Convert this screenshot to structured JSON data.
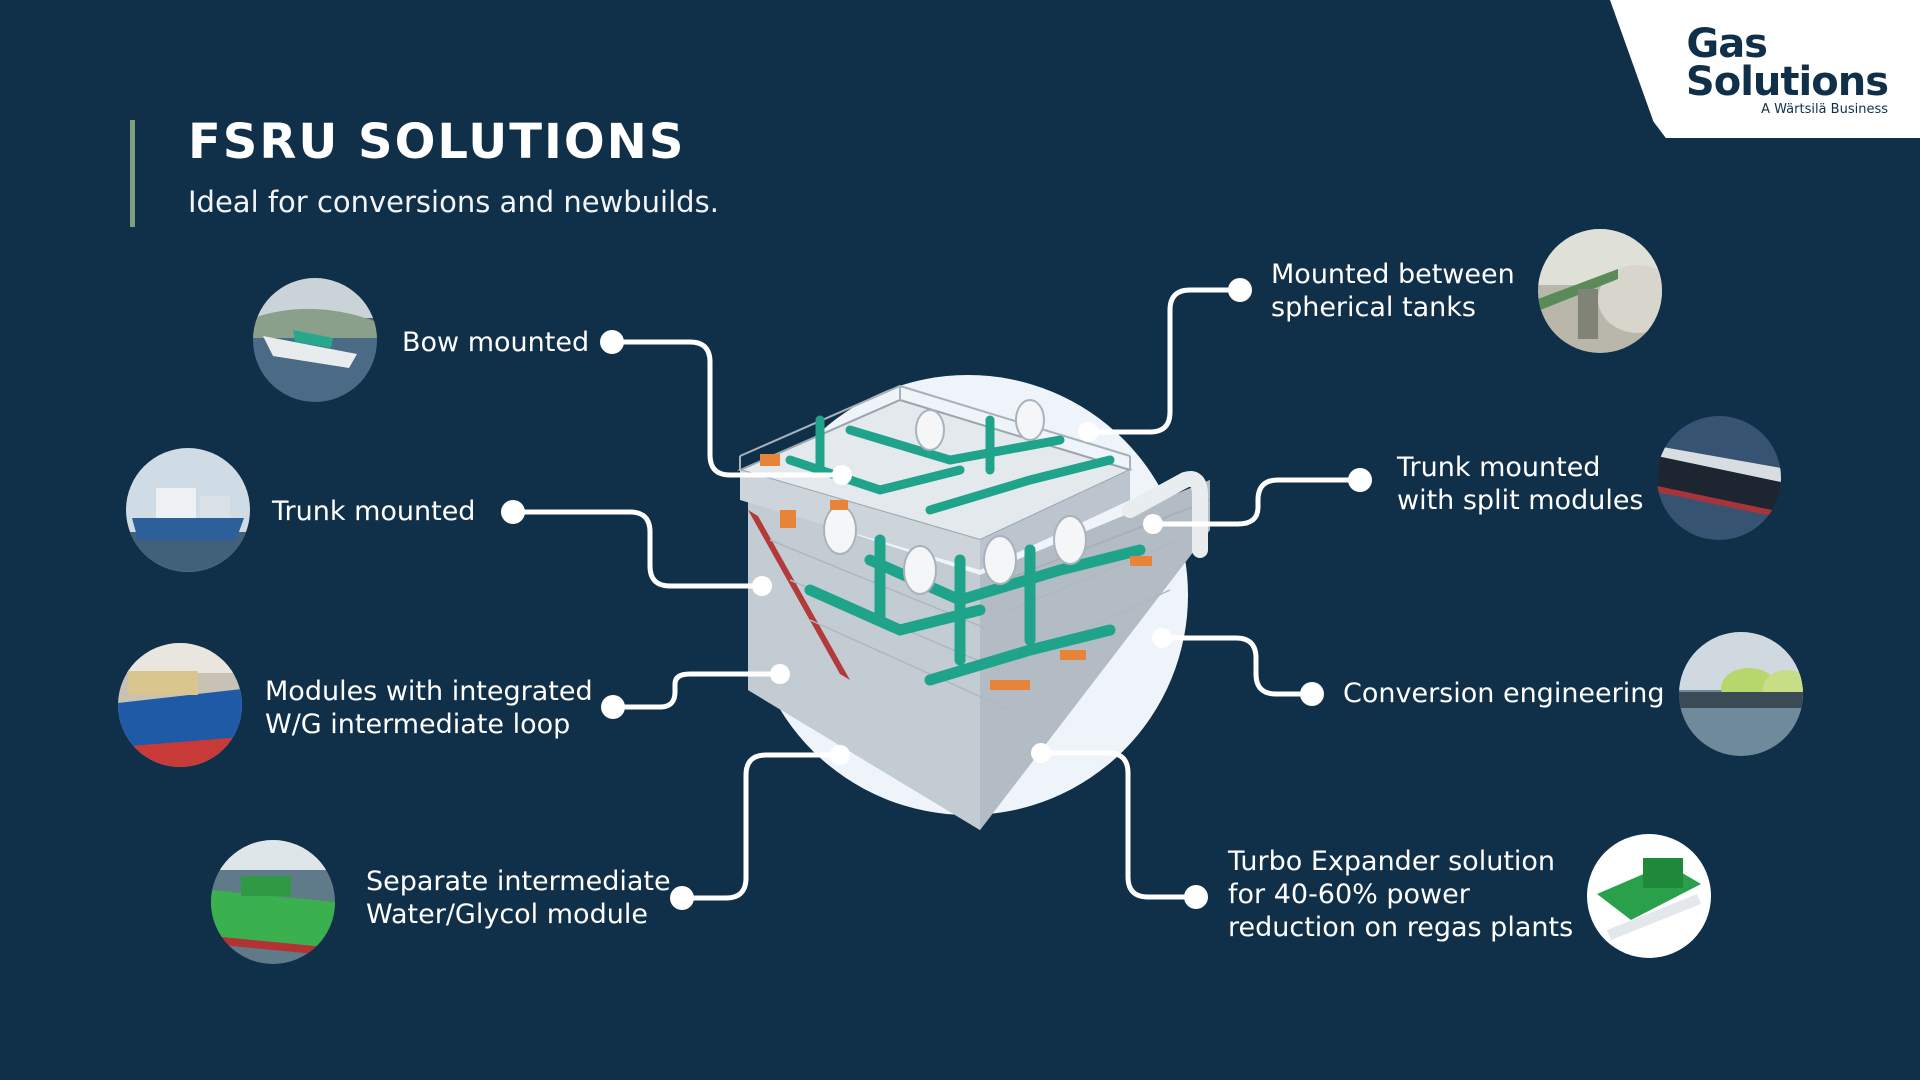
{
  "brand": {
    "logo_line1": "Gas",
    "logo_line2": "Solutions",
    "tagline": "A Wärtsilä Business"
  },
  "header": {
    "title": "FSRU SOLUTIONS",
    "subtitle": "Ideal for conversions and newbuilds."
  },
  "labels": {
    "bow_mounted": [
      "Bow mounted"
    ],
    "trunk_mounted": [
      "Trunk mounted"
    ],
    "modules_integrated": [
      "Modules with integrated",
      "W/G intermediate loop"
    ],
    "separate_module": [
      "Separate intermediate",
      "Water/Glycol module"
    ],
    "between_tanks": [
      "Mounted between",
      "spherical tanks"
    ],
    "trunk_split": [
      "Trunk mounted",
      "with split modules"
    ],
    "conversion": [
      "Conversion engineering"
    ],
    "turbo_expander": [
      "Turbo Expander solution",
      "for 40-60% power",
      "reduction on regas plants"
    ]
  },
  "colors": {
    "background": "#10304a",
    "accent_bar": "#7f9f7a",
    "pipe_green": "#1fa38a",
    "valve_orange": "#e8833a"
  }
}
